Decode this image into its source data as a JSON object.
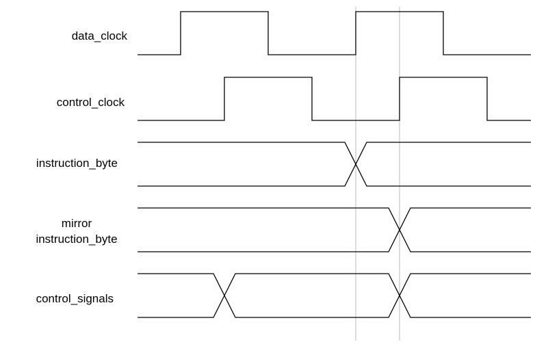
{
  "diagram": {
    "signals": [
      {
        "id": "data_clock",
        "label_lines": [
          "data_clock"
        ]
      },
      {
        "id": "control_clock",
        "label_lines": [
          "control_clock"
        ]
      },
      {
        "id": "instruction_byte",
        "label_lines": [
          "instruction_byte"
        ]
      },
      {
        "id": "mirror_instruction_byte",
        "label_lines": [
          "mirror",
          "instruction_byte"
        ]
      },
      {
        "id": "control_signals",
        "label_lines": [
          "control_signals"
        ]
      }
    ]
  }
}
